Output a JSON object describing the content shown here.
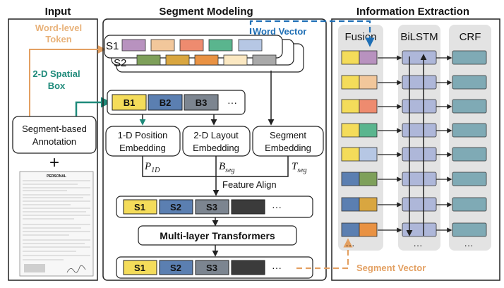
{
  "input": {
    "title": "Input",
    "word_level_token": [
      "Word-level",
      "Token"
    ],
    "spatial_box": [
      "2-D Spatial",
      "Box"
    ],
    "annotation": [
      "Segment-based",
      "Annotation"
    ],
    "plus": "+",
    "doc_heading": "PERSONAL"
  },
  "segment": {
    "title": "Segment Modeling",
    "s1": "S1",
    "s2": "S2",
    "b1": "B1",
    "b2": "B2",
    "b3": "B3",
    "ellipsis": "···",
    "pos_embed": [
      "1-D Position",
      "Embedding"
    ],
    "layout_embed": [
      "2-D Layout",
      "Embedding"
    ],
    "seg_embed": [
      "Segment",
      "Embedding"
    ],
    "p_sym": "P",
    "p_sub": "1D",
    "b_sym": "B",
    "b_sub": "seg",
    "t_sym": "T",
    "t_sub": "seg",
    "feature_align": "Feature Align",
    "row_s1": "S1",
    "row_s2": "S2",
    "row_s3": "S3",
    "transformers": "Multi-layer Transformers"
  },
  "extraction": {
    "title": "Information Extraction",
    "word_vector": "Word Vector",
    "fusion": "Fusion",
    "bilstm": "BiLSTM",
    "crf": "CRF",
    "dots": "···",
    "segment_vector": "Segment Vector"
  },
  "colors": {
    "orange_text": "#e8b27a",
    "teal_text": "#1e8a7a",
    "blue_arrow": "#1f6fb5",
    "orange_arrow": "#e3a062",
    "yellow": "#f4dc5a",
    "purple": "#b892bf",
    "peach": "#f2c79b",
    "salmon": "#ee8b6f",
    "green": "#5ab58e",
    "lightblue": "#b6c7e4",
    "olive": "#7ea05a",
    "gold": "#d9a640",
    "dark_orange": "#e99243",
    "cream": "#fbe8c2",
    "gray": "#a9a9a9",
    "b_blue": "#5b7fb1",
    "b_gray": "#7c8590",
    "dark": "#3b3b3b",
    "lstm_cell": "#aeb7d9",
    "crf_cell": "#7faab5",
    "panel_gray": "#e3e3e3"
  }
}
